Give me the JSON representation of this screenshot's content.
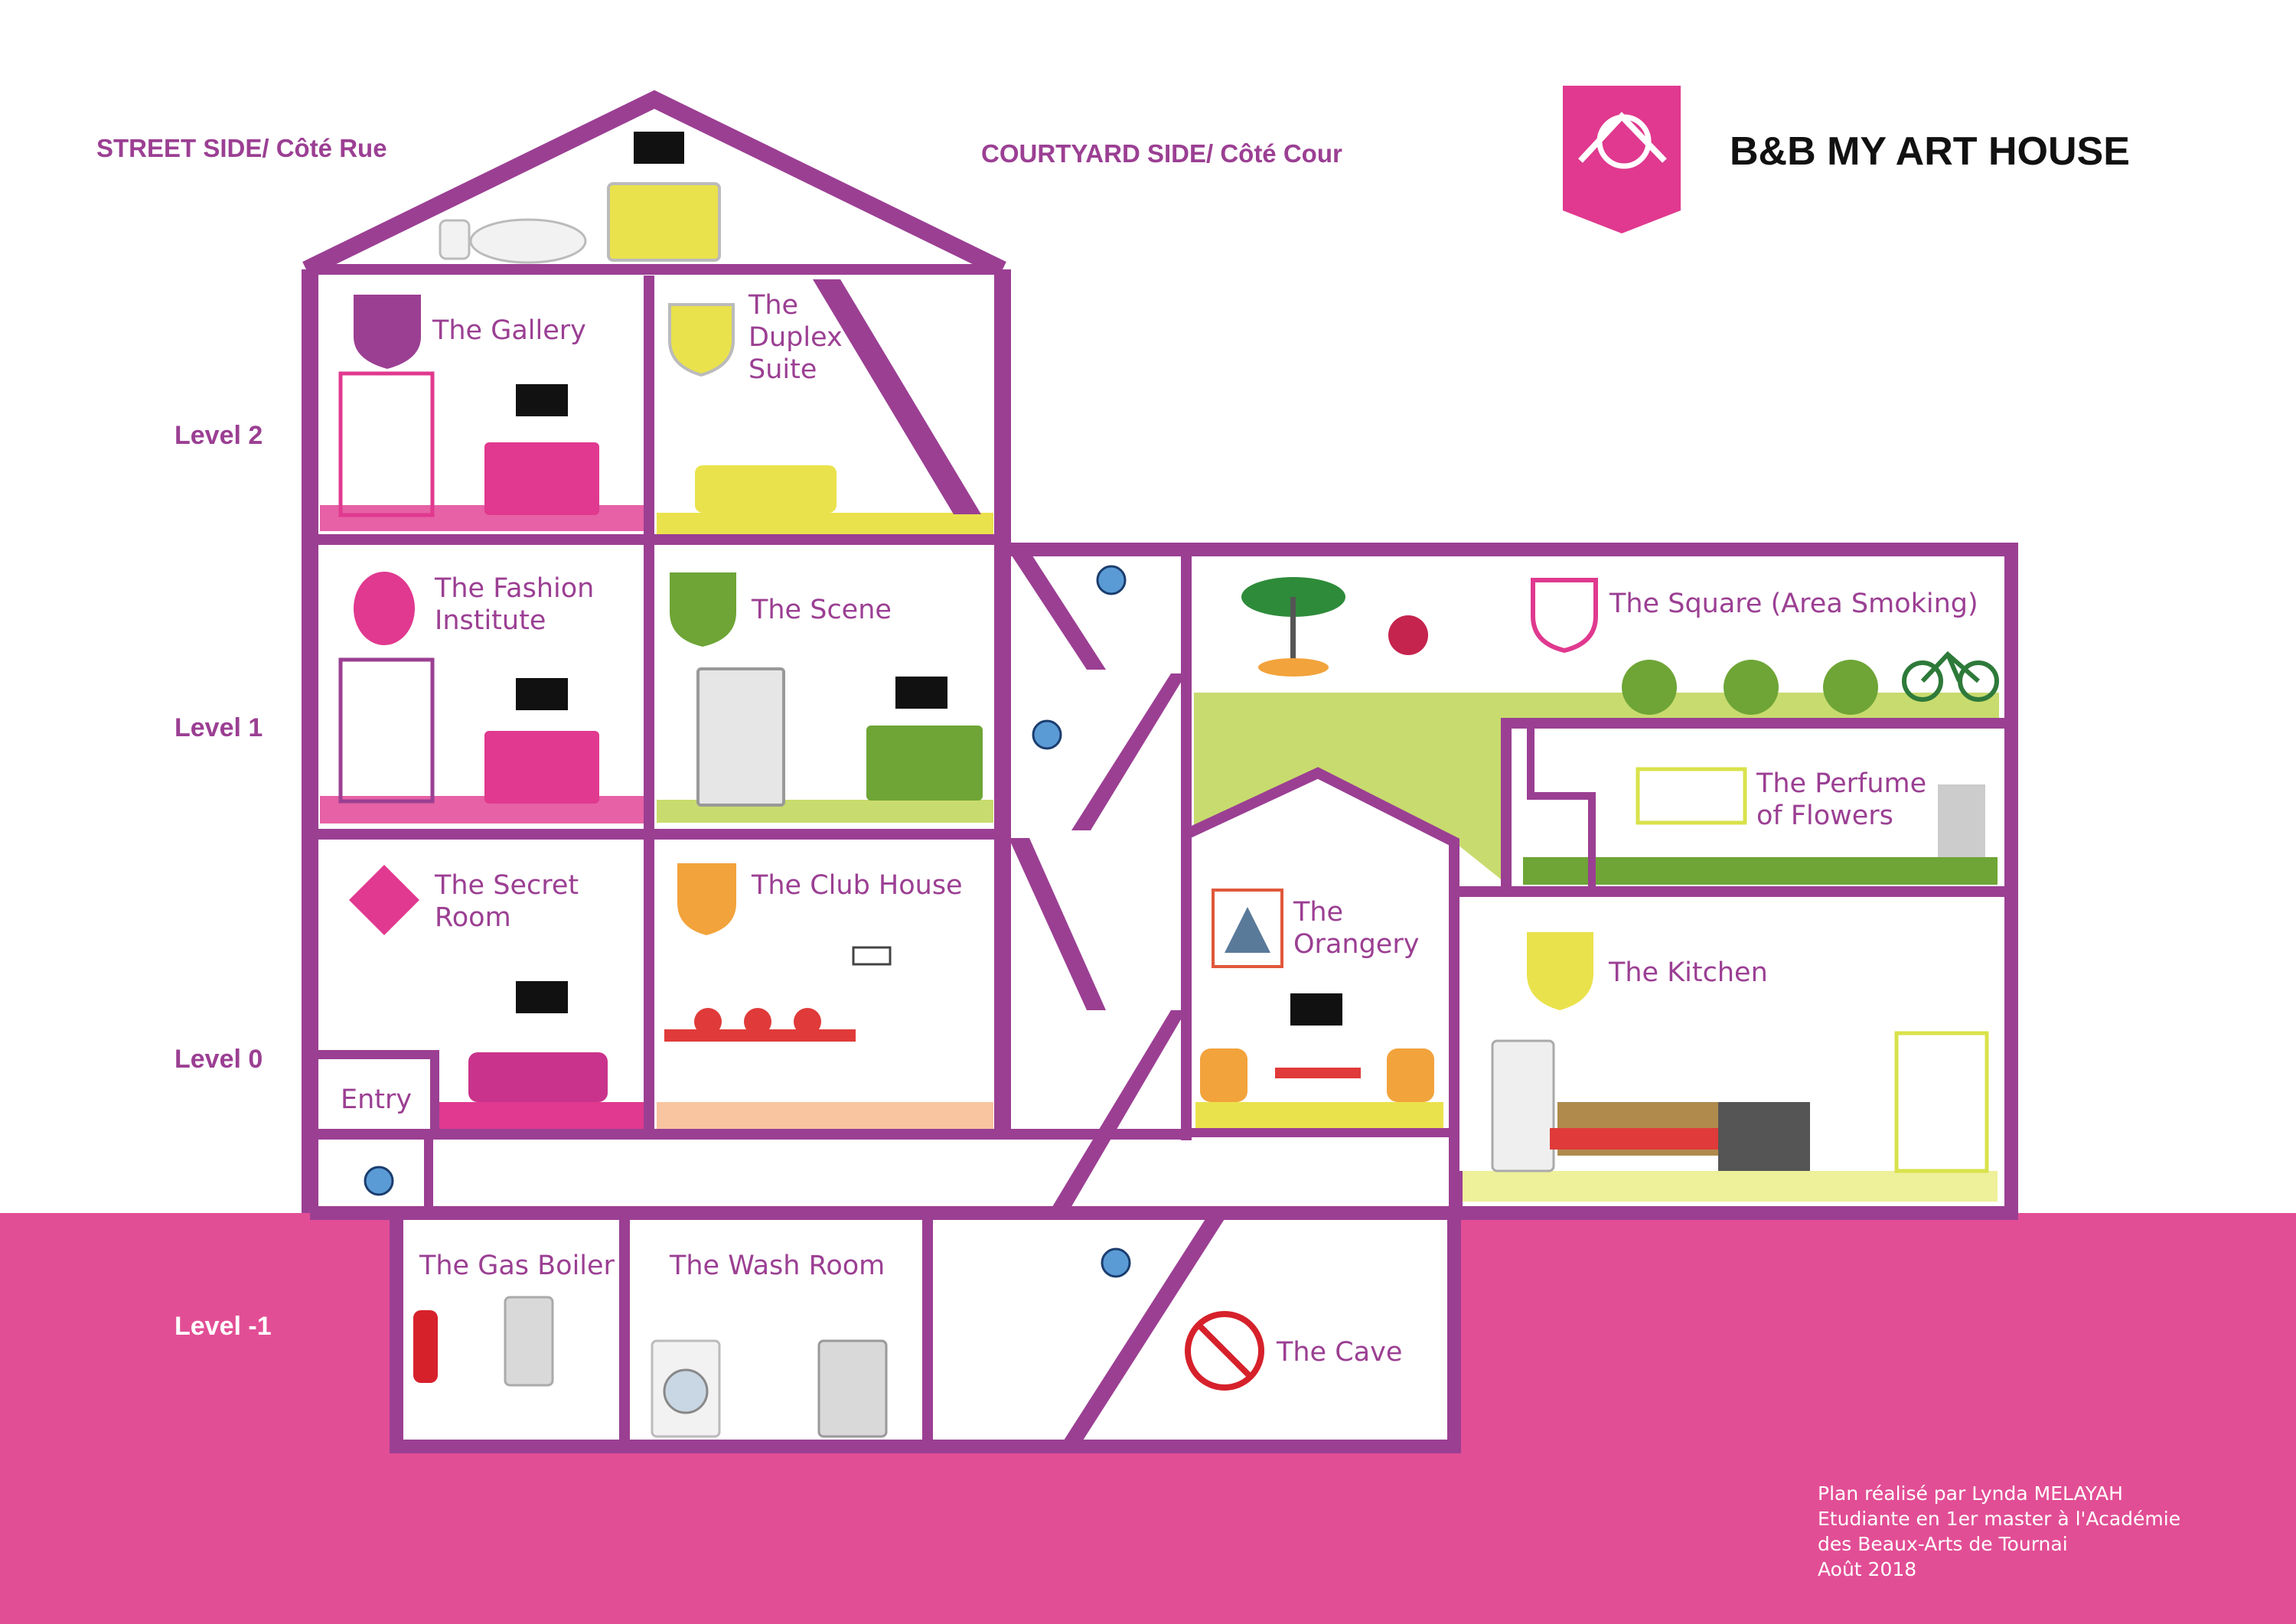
{
  "headers": {
    "street": "STREET SIDE/ Côté Rue",
    "courtyard": "COURTYARD SIDE/ Côté Cour"
  },
  "brand": {
    "name": "B&B MY ART HOUSE"
  },
  "levels": {
    "l2": "Level 2",
    "l1": "Level 1",
    "l0": "Level 0",
    "lm1": "Level -1"
  },
  "rooms": {
    "gallery": "The Gallery",
    "duplex": [
      "The",
      "Duplex",
      "Suite"
    ],
    "fashion": [
      "The Fashion",
      "Institute"
    ],
    "scene": "The Scene",
    "square": "The Square (Area Smoking)",
    "perfume": [
      "The Perfume",
      "of Flowers"
    ],
    "secret": [
      "The Secret",
      "Room"
    ],
    "clubhouse": "The Club House",
    "orangery": [
      "The",
      "Orangery"
    ],
    "kitchen": "The Kitchen",
    "entry": "Entry",
    "gasboiler": "The Gas Boiler",
    "washroom": "The Wash Room",
    "cave": "The Cave"
  },
  "credit": [
    "Plan réalisé par Lynda MELAYAH",
    "Etudiante en 1er master à l'Académie",
    "des Beaux-Arts de Tournai",
    "Août 2018"
  ],
  "colors": {
    "wall": "#9b3f93",
    "ground": "#e24e95",
    "lawn": "#c8db6e",
    "pink": "#e0398f",
    "yellow": "#eae24c",
    "peach": "#f9c4a0"
  }
}
